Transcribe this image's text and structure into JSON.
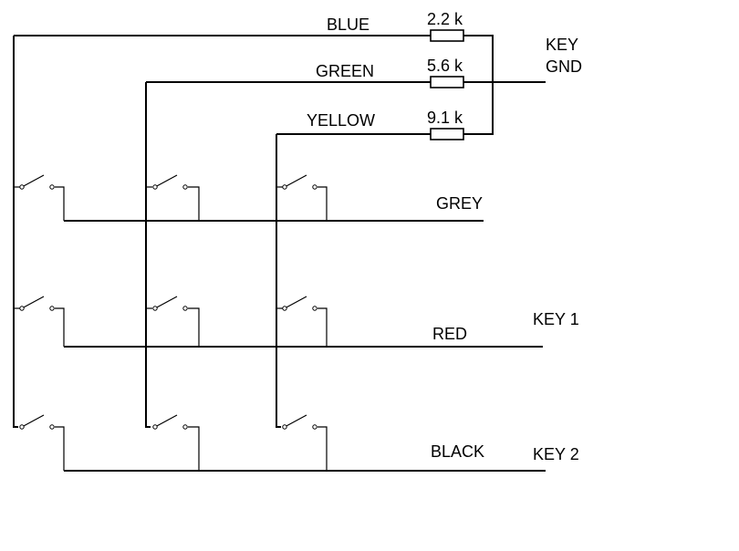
{
  "wires": {
    "blue": "BLUE",
    "green": "GREEN",
    "yellow": "YELLOW",
    "grey": "GREY",
    "red": "RED",
    "black": "BLACK"
  },
  "resistors": {
    "r1": "2.2 k",
    "r2": "5.6 k",
    "r3": "9.1 k"
  },
  "terminals": {
    "key_gnd_line1": "KEY",
    "key_gnd_line2": "GND",
    "key1": "KEY 1",
    "key2": "KEY 2"
  }
}
